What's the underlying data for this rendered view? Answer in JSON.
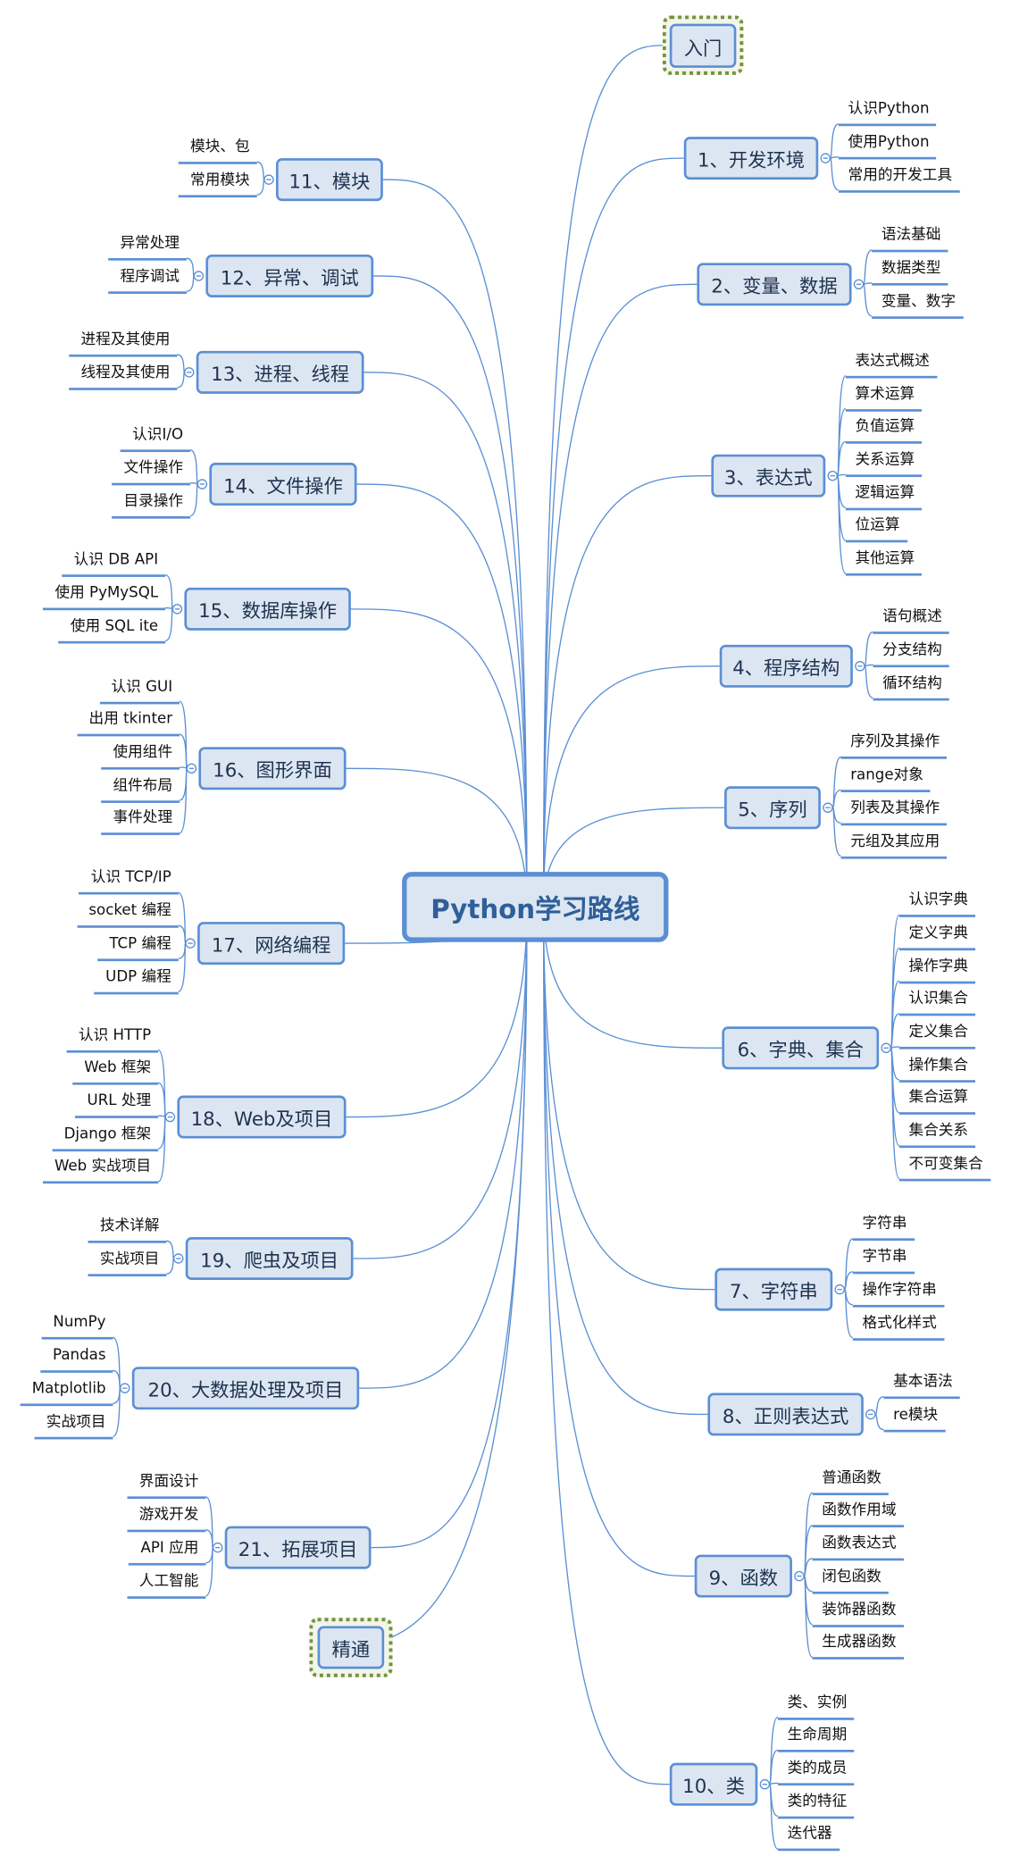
{
  "title": "Python学习路线",
  "start": "入门",
  "end": "精通",
  "colors": {
    "line": "#5b8fd4",
    "fill": "#dce6f2",
    "halo": "#76923c"
  },
  "branches": [
    {
      "label": "1、开发环境",
      "side": "right",
      "children": [
        "认识Python",
        "使用Python",
        "常用的开发工具"
      ]
    },
    {
      "label": "2、变量、数据",
      "side": "right",
      "children": [
        "语法基础",
        "数据类型",
        "变量、数字"
      ]
    },
    {
      "label": "3、表达式",
      "side": "right",
      "children": [
        "表达式概述",
        "算术运算",
        "负值运算",
        "关系运算",
        "逻辑运算",
        "位运算",
        "其他运算"
      ]
    },
    {
      "label": "4、程序结构",
      "side": "right",
      "children": [
        "语句概述",
        "分支结构",
        "循环结构"
      ]
    },
    {
      "label": "5、序列",
      "side": "right",
      "children": [
        "序列及其操作",
        "range对象",
        "列表及其操作",
        "元组及其应用"
      ]
    },
    {
      "label": "6、字典、集合",
      "side": "right",
      "children": [
        "认识字典",
        "定义字典",
        "操作字典",
        "认识集合",
        "定义集合",
        "操作集合",
        "集合运算",
        "集合关系",
        "不可变集合"
      ]
    },
    {
      "label": "7、字符串",
      "side": "right",
      "children": [
        "字符串",
        "字节串",
        "操作字符串",
        "格式化样式"
      ]
    },
    {
      "label": "8、正则表达式",
      "side": "right",
      "children": [
        "基本语法",
        "re模块"
      ]
    },
    {
      "label": "9、函数",
      "side": "right",
      "children": [
        "普通函数",
        "函数作用域",
        "函数表达式",
        "闭包函数",
        "装饰器函数",
        "生成器函数"
      ]
    },
    {
      "label": "10、类",
      "side": "right",
      "children": [
        "类、实例",
        "生命周期",
        "类的成员",
        "类的特征",
        "迭代器"
      ]
    },
    {
      "label": "11、模块",
      "side": "left",
      "children": [
        "模块、包",
        "常用模块"
      ]
    },
    {
      "label": "12、异常、调试",
      "side": "left",
      "children": [
        "异常处理",
        "程序调试"
      ]
    },
    {
      "label": "13、进程、线程",
      "side": "left",
      "children": [
        "进程及其使用",
        "线程及其使用"
      ]
    },
    {
      "label": "14、文件操作",
      "side": "left",
      "children": [
        "认识I/O",
        "文件操作",
        "目录操作"
      ]
    },
    {
      "label": "15、数据库操作",
      "side": "left",
      "children": [
        "认识 DB API",
        "使用 PyMySQL",
        "使用 SQL ite"
      ]
    },
    {
      "label": "16、图形界面",
      "side": "left",
      "children": [
        "认识 GUI",
        "出用 tkinter",
        "使用组件",
        "组件布局",
        "事件处理"
      ]
    },
    {
      "label": "17、网络编程",
      "side": "left",
      "children": [
        "认识 TCP/IP",
        "socket 编程",
        "TCP 编程",
        "UDP 编程"
      ]
    },
    {
      "label": "18、Web及项目",
      "side": "left",
      "children": [
        "认识 HTTP",
        "Web 框架",
        "URL 处理",
        "Django 框架",
        "Web 实战项目"
      ]
    },
    {
      "label": "19、爬虫及项目",
      "side": "left",
      "children": [
        "技术详解",
        "实战项目"
      ]
    },
    {
      "label": "20、大数据处理及项目",
      "side": "left",
      "children": [
        "NumPy",
        "Pandas",
        "Matplotlib",
        "实战项目"
      ]
    },
    {
      "label": "21、拓展项目",
      "side": "left",
      "children": [
        "界面设计",
        "游戏开发",
        "API 应用",
        "人工智能"
      ]
    }
  ]
}
